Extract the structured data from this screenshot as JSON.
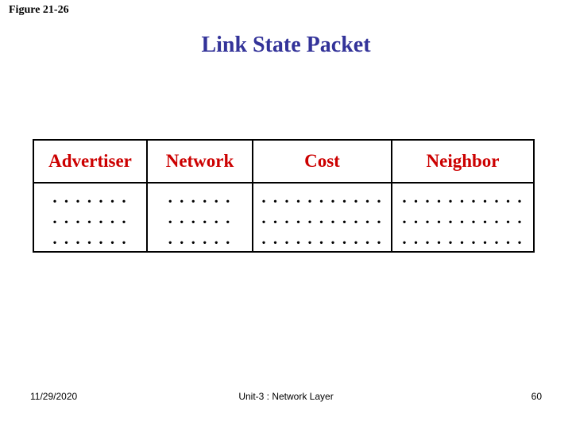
{
  "figure": {
    "label": "Figure 21-26"
  },
  "title": "Link State Packet",
  "table": {
    "headers": [
      "Advertiser",
      "Network",
      "Cost",
      "Neighbor"
    ],
    "rows": [
      {
        "advertiser": [
          ". . . . . . .",
          ". . . . . . .",
          ". . . . . . ."
        ],
        "network": [
          ". . . . . .",
          ". . . . . .",
          ". . . . . ."
        ],
        "cost": [
          ". . . . . . . . . . .",
          ". . . . . . . . . . .",
          ". . . . . . . . . . ."
        ],
        "neighbor": [
          ". . . . . . . . . . .",
          ". . . . . . . . . . .",
          ". . . . . . . . . . ."
        ]
      }
    ]
  },
  "footer": {
    "date": "11/29/2020",
    "center": "Unit-3 : Network Layer",
    "page": "60"
  }
}
